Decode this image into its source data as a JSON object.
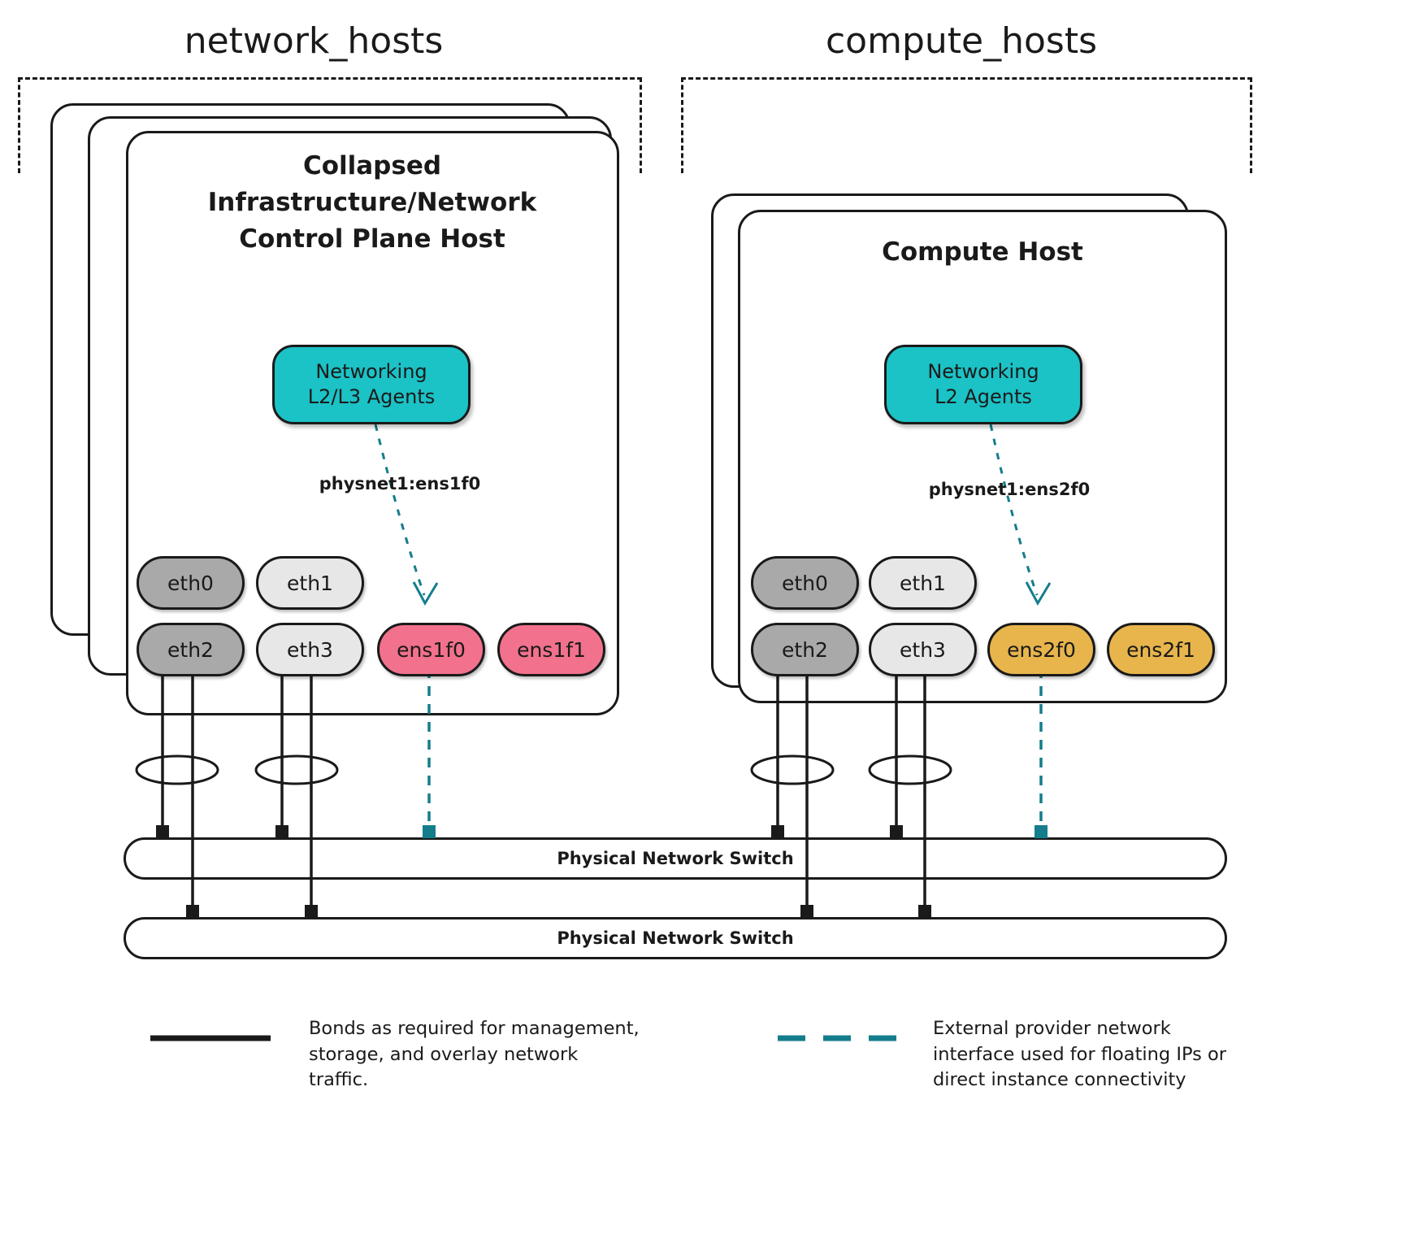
{
  "groups": {
    "network": {
      "label": "network_hosts"
    },
    "compute": {
      "label": "compute_hosts"
    }
  },
  "network_host": {
    "title_lines": [
      "Collapsed",
      "Infrastructure/Network",
      "Control Plane Host"
    ],
    "agent": {
      "line1": "Networking",
      "line2": "L2/L3 Agents"
    },
    "physnet": "physnet1:ens1f0",
    "nics": [
      "eth0",
      "eth1",
      "eth2",
      "eth3",
      "ens1f0",
      "ens1f1"
    ]
  },
  "compute_host": {
    "title": "Compute Host",
    "agent": {
      "line1": "Networking",
      "line2": "L2 Agents"
    },
    "physnet": "physnet1:ens2f0",
    "nics": [
      "eth0",
      "eth1",
      "eth2",
      "eth3",
      "ens2f0",
      "ens2f1"
    ]
  },
  "switches": [
    "Physical Network Switch",
    "Physical Network Switch"
  ],
  "legend": {
    "bond": "Bonds as required for management, storage, and overlay network traffic.",
    "external": "External provider network interface used for floating IPs or direct instance connectivity"
  },
  "colors": {
    "agent_teal": "#1bc2c6",
    "dashed_teal": "#147d8c",
    "nic_pink": "#f2718c",
    "nic_gold": "#e8b54c",
    "nic_dark_gray": "#a9a9a9",
    "nic_light_gray": "#e7e7e7",
    "outline_black": "#1a1a1a"
  }
}
